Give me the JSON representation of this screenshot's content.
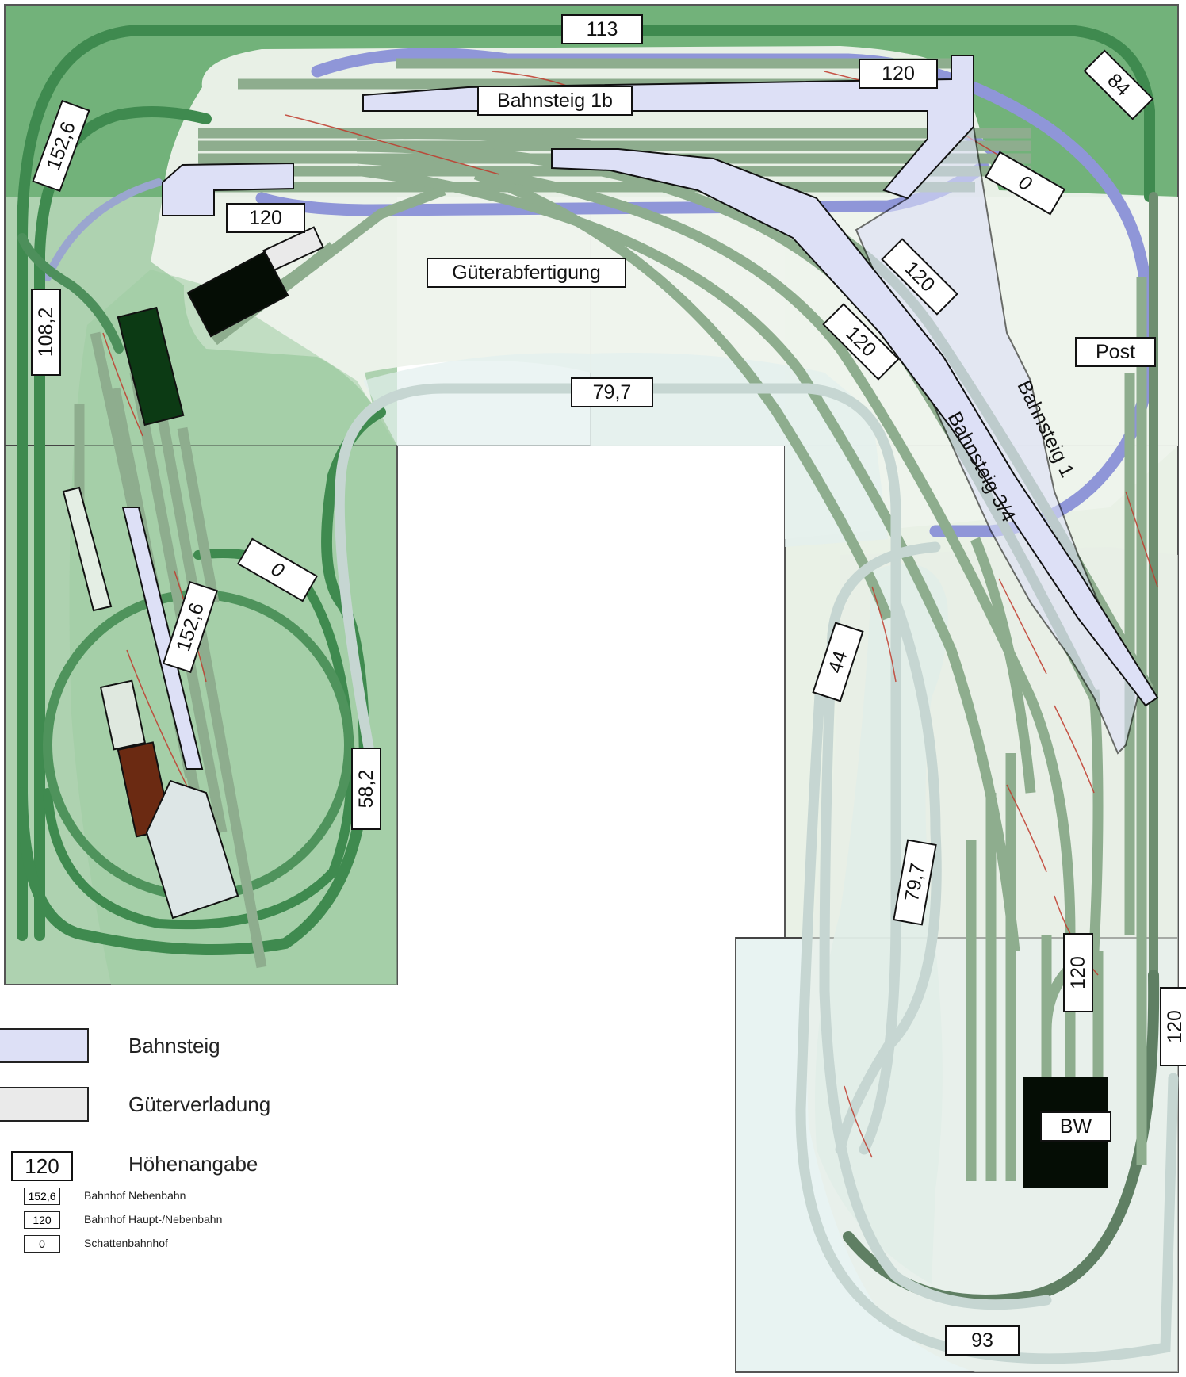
{
  "heights": {
    "top": "113",
    "top_right": "84",
    "top_left_rot": "152,6",
    "left_rot": "108,2",
    "station_upper": "120",
    "station_left": "120",
    "shadow_right": "0",
    "ramp_a": "120",
    "ramp_b": "120",
    "mid_top": "79,7",
    "left_loop": "0",
    "left_station": "152,6",
    "left_helix": "58,2",
    "right_rot": "44",
    "right_mid": "79,7",
    "bw_track": "120",
    "right_edge": "120",
    "bottom": "93"
  },
  "stations": {
    "platform_1b": "Bahnsteig 1b",
    "goods": "Güterabfertigung",
    "post": "Post",
    "platform_1": "Bahnsteig 1",
    "platform_34": "Bahnsteig 3/4",
    "bw": "BW"
  },
  "legend": {
    "platform": "Bahnsteig",
    "freight": "Güterverladung",
    "height_sample": "120",
    "height_label": "Höhenangabe",
    "items": [
      {
        "value": "152,6",
        "text": "Bahnhof Nebenbahn"
      },
      {
        "value": "120",
        "text": "Bahnhof Haupt-/Nebenbahn"
      },
      {
        "value": "0",
        "text": "Schattenbahnhof"
      }
    ]
  },
  "colors": {
    "board_dark": "#72b27a",
    "board_light": "#e8f1e6",
    "board_pale": "#e9f3f2",
    "platform_fill": "#dde0f6",
    "freight_fill": "#eaeaea",
    "track_dark": "#3f8a4f",
    "track_mid": "#8ead8e",
    "track_pale": "#c6d6d2",
    "track_shadow": "#8f96d8",
    "switch": "#c0392b",
    "building_dark": "#050d05",
    "building_brown": "#6b2a12"
  }
}
